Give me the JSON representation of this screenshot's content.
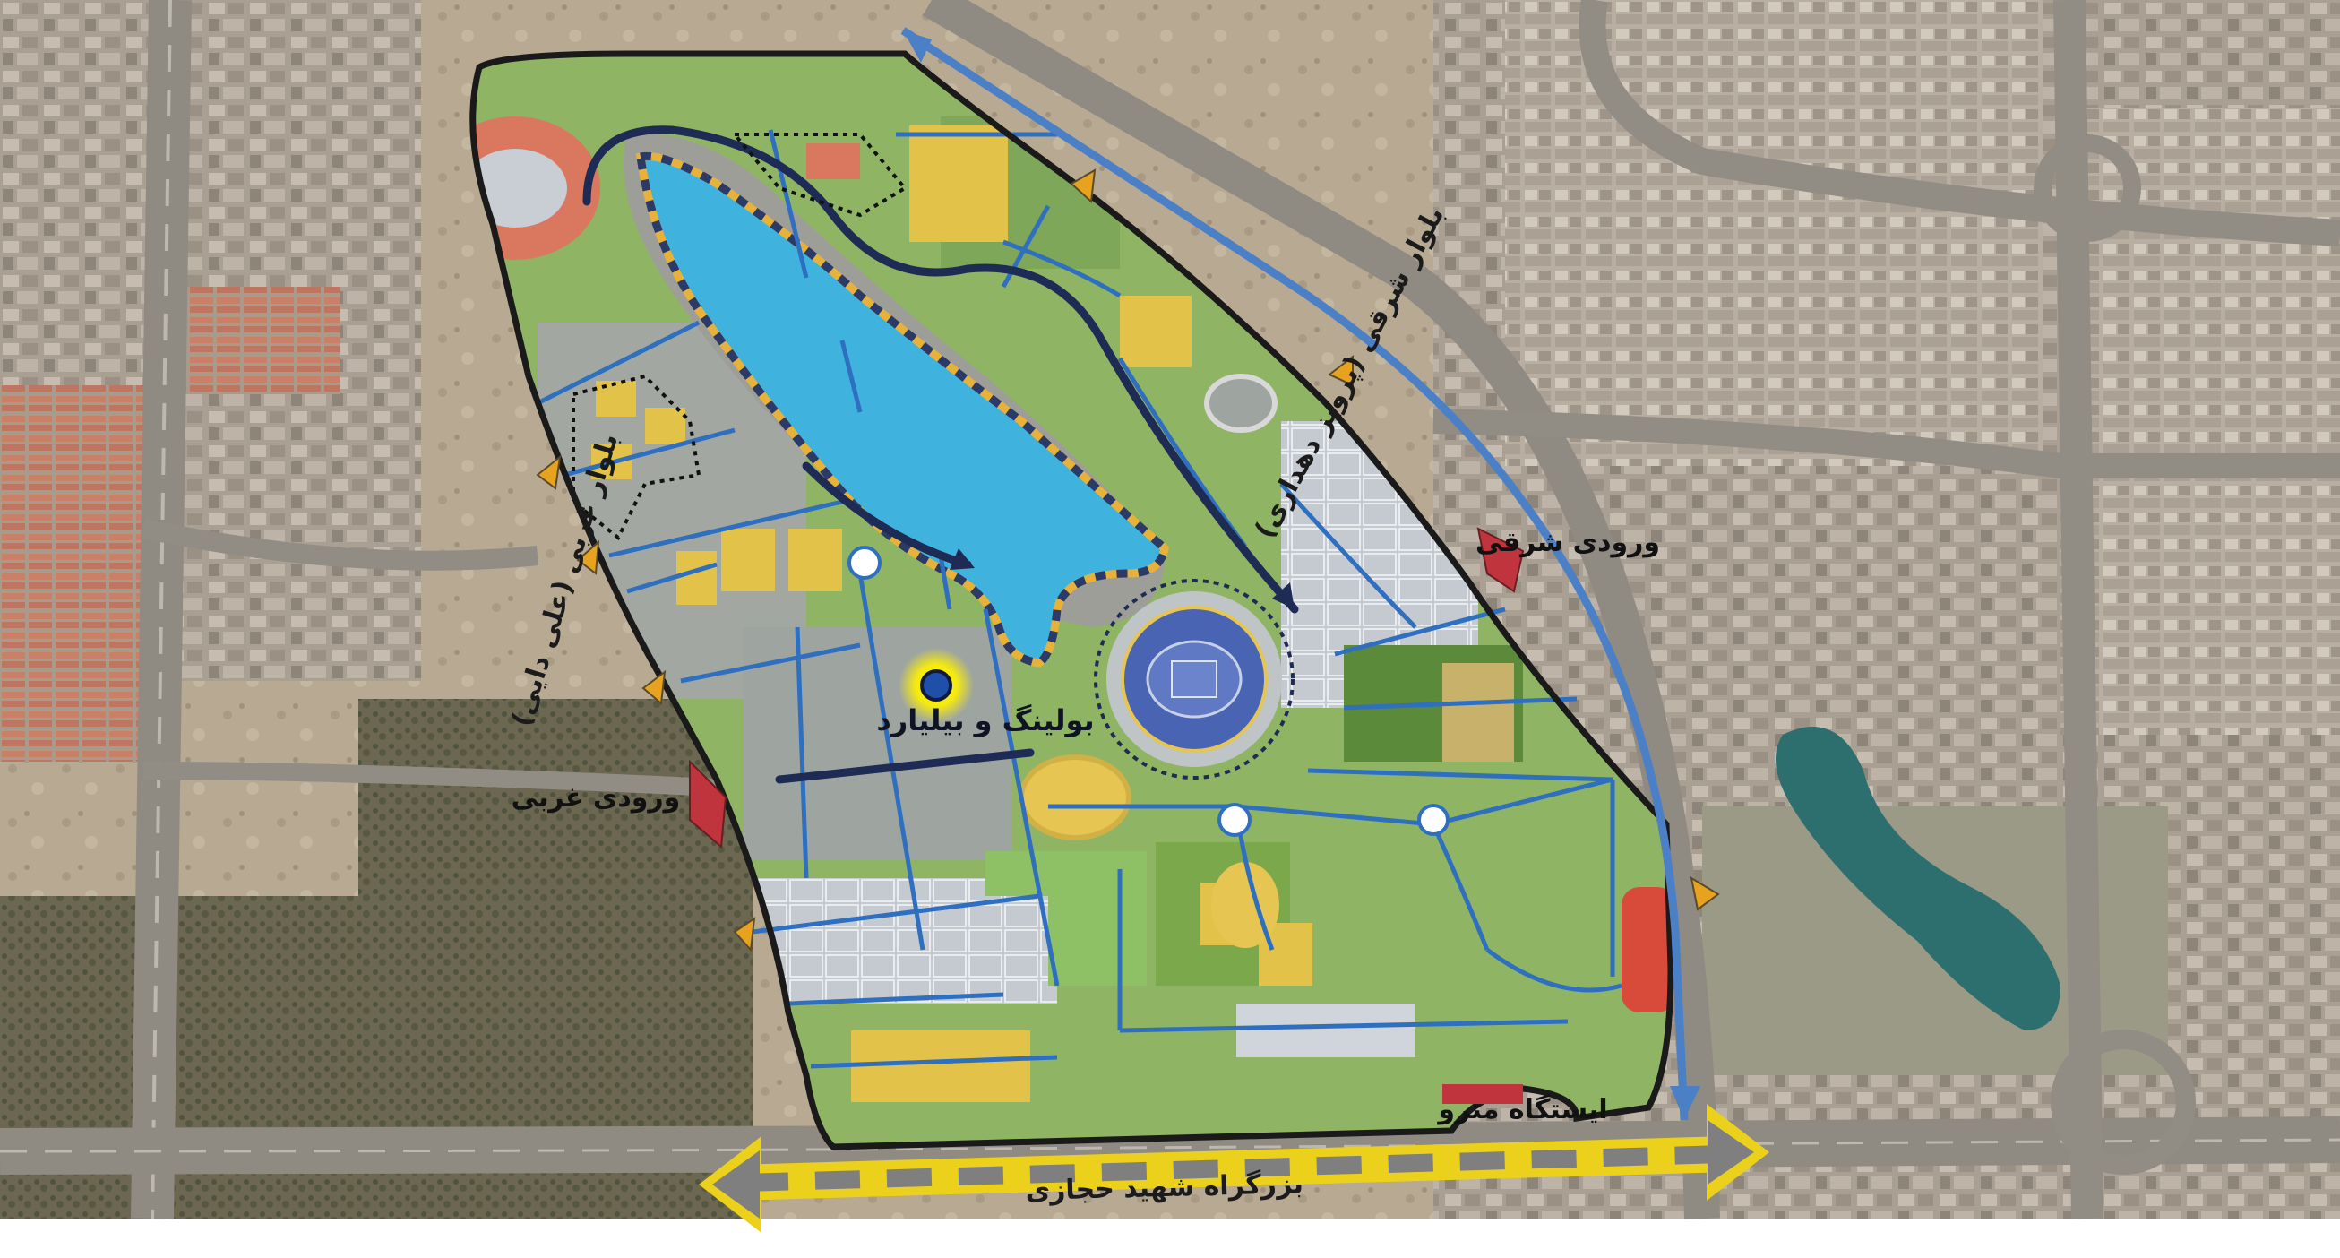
{
  "labels": {
    "poi": "بولینگ و بیلیارد",
    "west_boulevard": "بلوار غربی (علی دایی)",
    "east_boulevard": "بلوار شرقی (پرویز دهداری)",
    "east_entrance": "ورودی شرقی",
    "west_entrance": "ورودی غربی",
    "metro_station": "ایستگاه مترو",
    "highway": "بزرگراه شهید حجازی"
  },
  "colors": {
    "boundary": "#1a1a1a",
    "lake": "#3fb3de",
    "lake_dash_a": "#e8b23a",
    "lake_dash_b": "#2b3a66",
    "stadium": "#4a64b4",
    "paths": "#2f6fc0",
    "main_routes": "#1e2b55",
    "entry_arrow": "#e7a21f",
    "entrance_arrow": "#c0353d",
    "highway_arrow": "#ecd11c",
    "highway_dash": "#7f7f7f",
    "fields": "#e3c24a",
    "plazas": "#c9cdd4",
    "grass": "#7fb556",
    "track_red": "#d84a3a",
    "poi_dot": "#1f4fa8",
    "poi_glow": "#fff200"
  },
  "icons": [
    "entry-arrow-icon",
    "entrance-arrow-icon",
    "highway-arrow-icon",
    "junction-node-icon",
    "poi-marker-icon"
  ]
}
